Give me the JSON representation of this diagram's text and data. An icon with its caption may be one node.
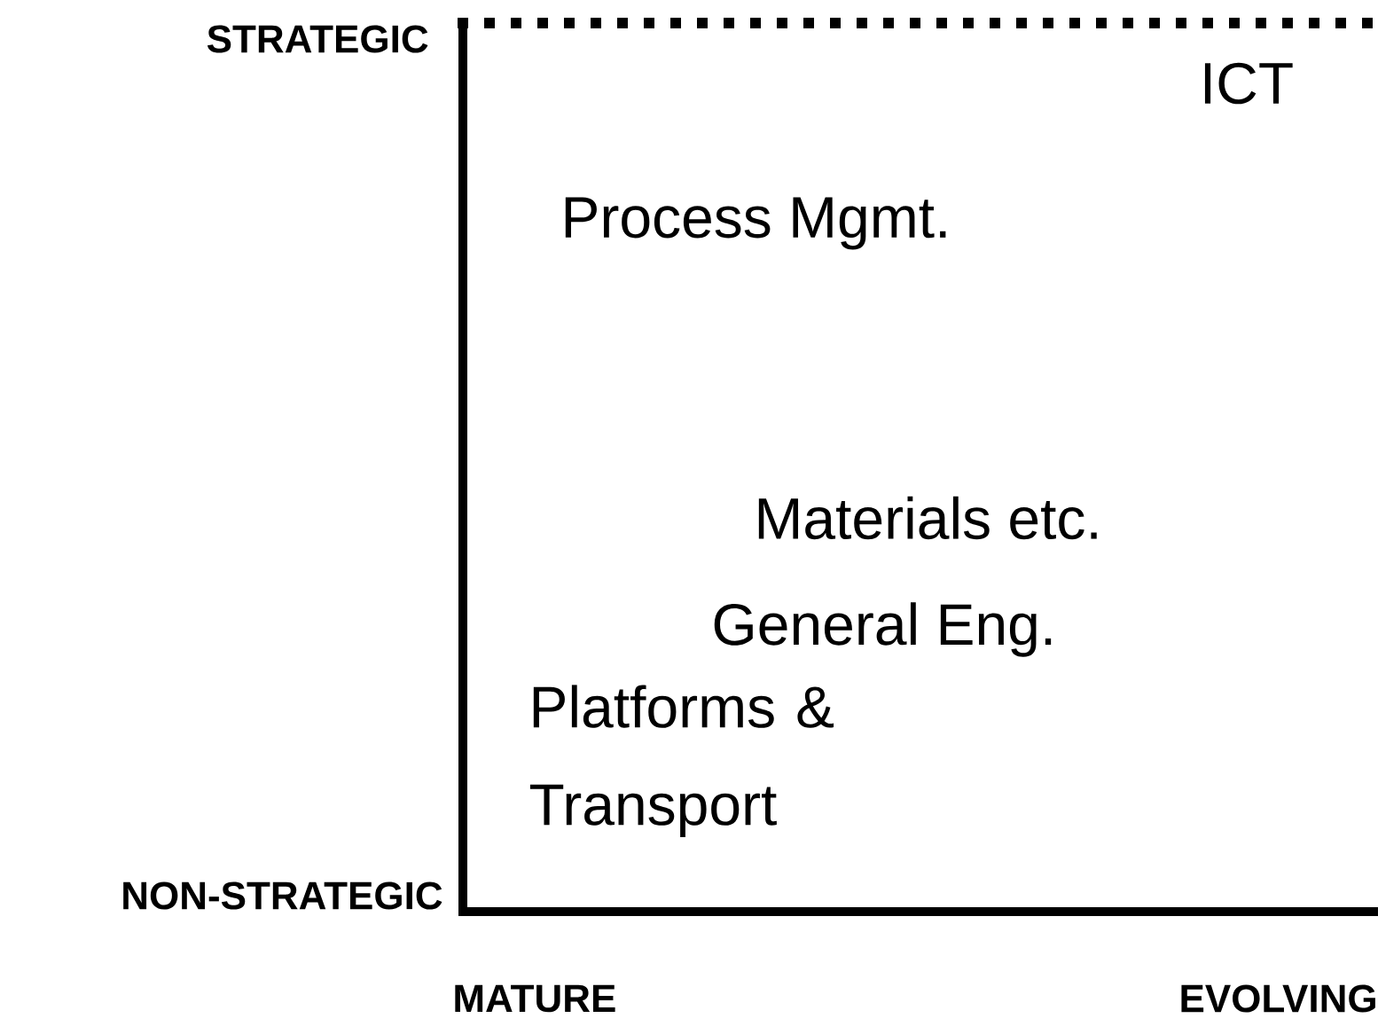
{
  "diagram": {
    "labels": [
      "STRATEGIC",
      "ICT",
      "Process Mgmt.",
      "Materials etc.",
      "General Eng.",
      "Platforms & Transport",
      "NON-STRATEGIC",
      "MATURE",
      "EVOLVING"
    ]
  }
}
